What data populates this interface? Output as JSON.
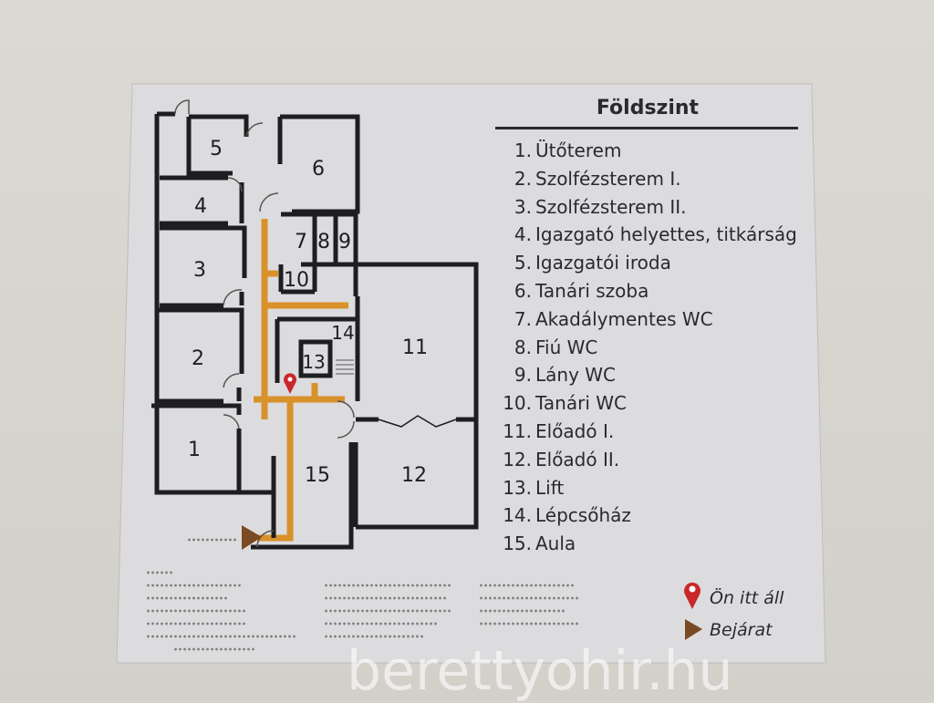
{
  "legend": {
    "title": "Földszint",
    "items": [
      {
        "num": "1.",
        "label": "Ütőterem"
      },
      {
        "num": "2.",
        "label": "Szolfézsterem I."
      },
      {
        "num": "3.",
        "label": "Szolfézsterem II."
      },
      {
        "num": "4.",
        "label": "Igazgató helyettes, titkárság"
      },
      {
        "num": "5.",
        "label": "Igazgatói iroda"
      },
      {
        "num": "6.",
        "label": "Tanári szoba"
      },
      {
        "num": "7.",
        "label": "Akadálymentes WC"
      },
      {
        "num": "8.",
        "label": "Fiú WC"
      },
      {
        "num": "9.",
        "label": "Lány WC"
      },
      {
        "num": "10.",
        "label": "Tanári WC"
      },
      {
        "num": "11.",
        "label": "Előadó I."
      },
      {
        "num": "12.",
        "label": "Előadó II."
      },
      {
        "num": "13.",
        "label": "Lift"
      },
      {
        "num": "14.",
        "label": "Lépcsőház"
      },
      {
        "num": "15.",
        "label": "Aula"
      }
    ]
  },
  "key": {
    "you_are_here": "Ön itt áll",
    "you_are_here_icon": "map-pin-icon",
    "entrance": "Bejárat",
    "entrance_icon": "triangle-arrow-icon"
  },
  "plan": {
    "room_labels": [
      "1",
      "2",
      "3",
      "4",
      "5",
      "6",
      "7",
      "8",
      "9",
      "10",
      "11",
      "12",
      "13",
      "14",
      "15"
    ]
  },
  "colors": {
    "route": "#d9912a",
    "pin": "#c8282a",
    "entrance": "#7a4a22",
    "walls": "#1e1e20",
    "board": "#dcdcde"
  },
  "watermark": "berettyohir.hu"
}
